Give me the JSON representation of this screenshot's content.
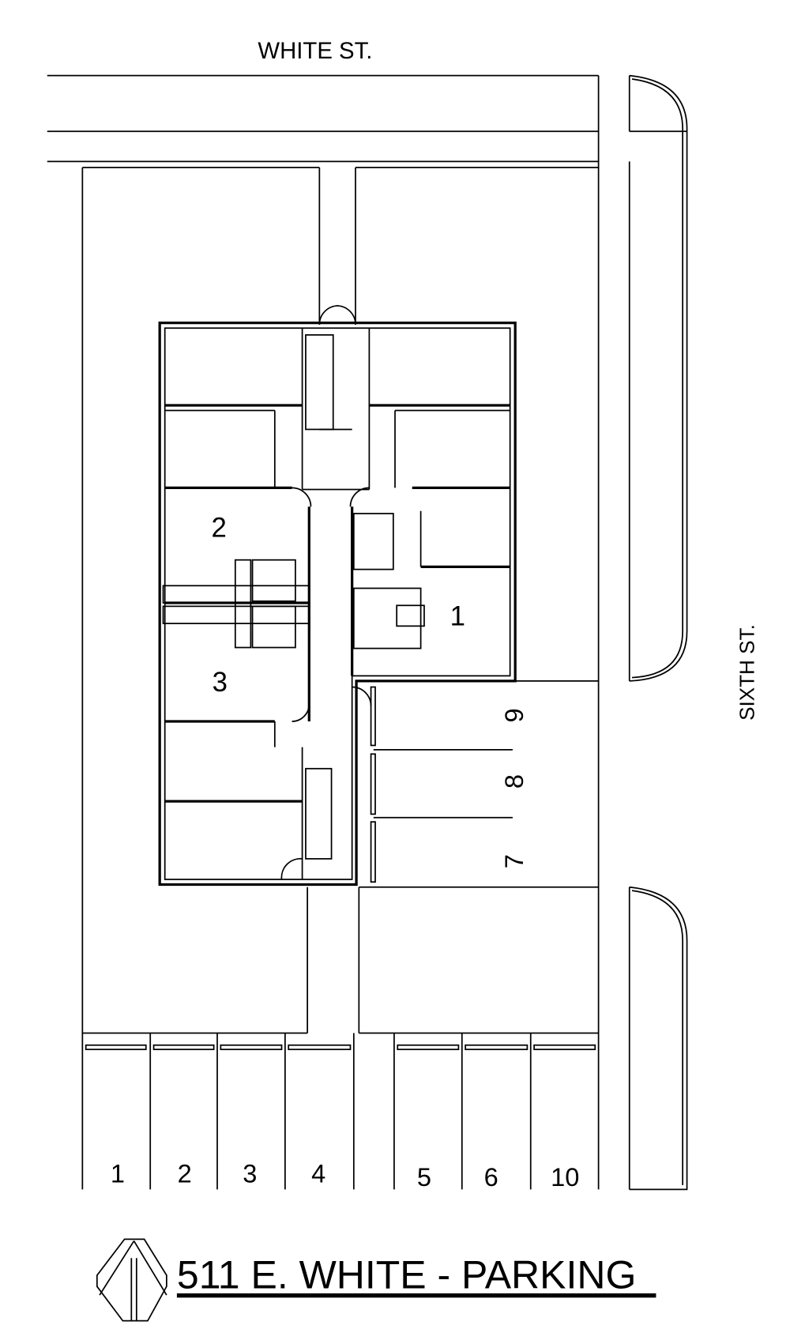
{
  "streets": {
    "north": "WHITE ST.",
    "east": "SIXTH ST."
  },
  "units": [
    {
      "label": "1"
    },
    {
      "label": "2"
    },
    {
      "label": "3"
    }
  ],
  "side_parking": [
    {
      "label": "9"
    },
    {
      "label": "8"
    },
    {
      "label": "7"
    }
  ],
  "bottom_parking": [
    {
      "label": "1"
    },
    {
      "label": "2"
    },
    {
      "label": "3"
    },
    {
      "label": "4"
    },
    {
      "label": "5"
    },
    {
      "label": "6"
    },
    {
      "label": "10"
    }
  ],
  "title": "511 E. WHITE - PARKING",
  "north_arrow_icon": "north-arrow-icon"
}
